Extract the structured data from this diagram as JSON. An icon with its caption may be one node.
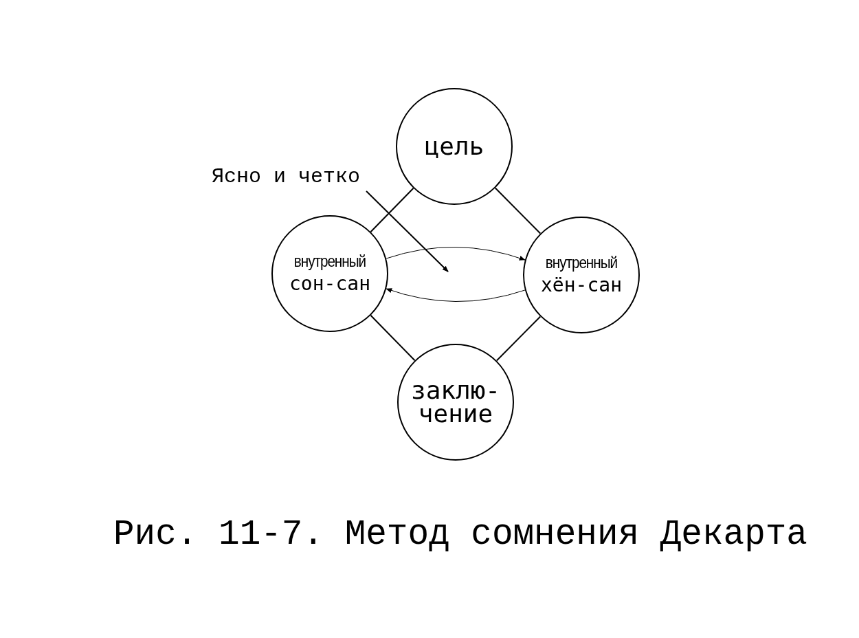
{
  "diagram": {
    "caption": "Рис. 11-7. Метод сомнения Декарта",
    "nodes": [
      {
        "text": [
          "цель"
        ]
      },
      {
        "text": [
          "внутренный",
          "сон-сан"
        ]
      },
      {
        "text": [
          "внутренный",
          "хён-сан"
        ]
      },
      {
        "text": [
          "заклю- чение"
        ]
      },
      {
        "text": [
          "Ясно и четко"
        ]
      }
    ],
    "edges": [
      {
        "from": 0,
        "to": 1,
        "arrow": "none"
      },
      {
        "from": 0,
        "to": 2,
        "arrow": "none"
      },
      {
        "from": 1,
        "to": 3,
        "arrow": "none"
      },
      {
        "from": 2,
        "to": 3,
        "arrow": "none"
      },
      {
        "from": 1,
        "to": 2,
        "arrow": "to"
      },
      {
        "from": 2,
        "to": 1,
        "arrow": "to"
      },
      {
        "from": 4,
        "to": null,
        "arrow": "to"
      }
    ]
  }
}
